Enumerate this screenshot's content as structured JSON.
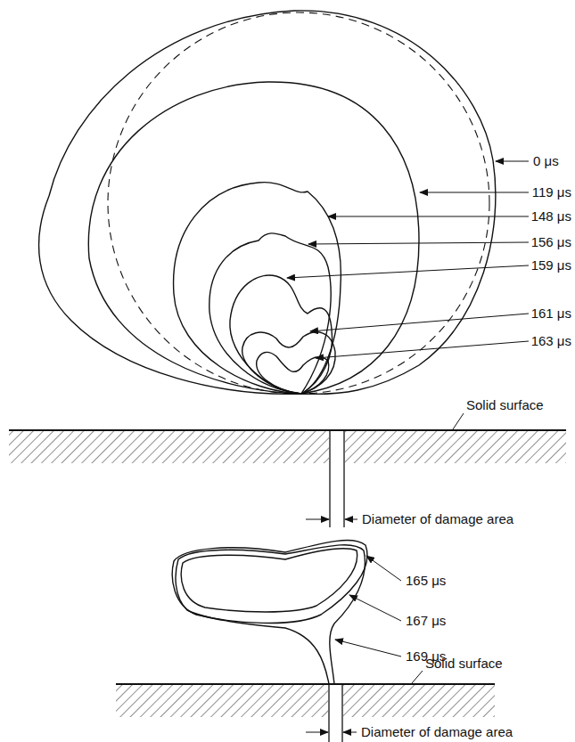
{
  "diagram": {
    "labels": [
      "0 μs",
      "119 μs",
      "148 μs",
      "156 μs",
      "159 μs",
      "161 μs",
      "163 μs",
      "Solid surface",
      "Diameter of damage area",
      "165 μs",
      "167 μs",
      "169 μs",
      "Solid surface",
      "Diameter of damage area"
    ]
  }
}
